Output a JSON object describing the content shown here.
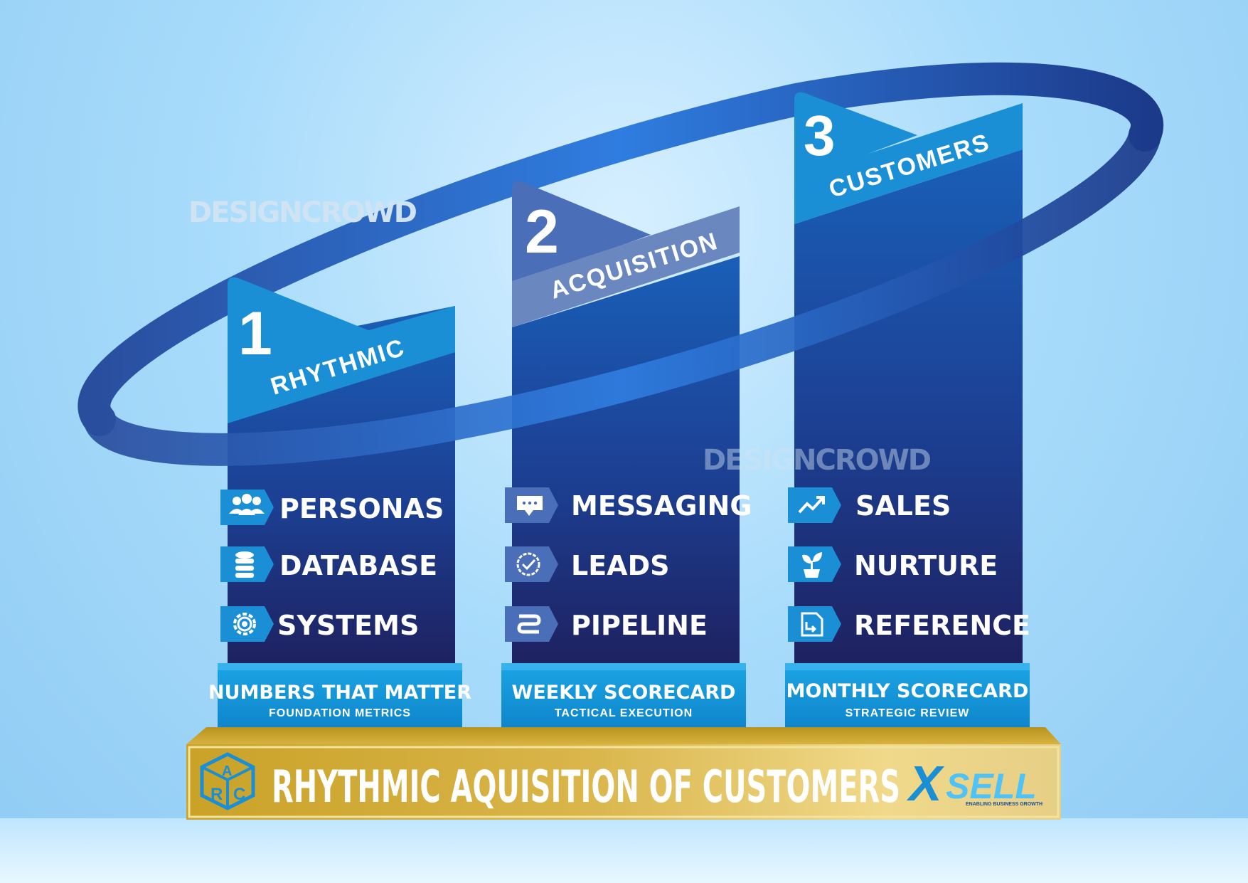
{
  "watermarks": [
    "DESIGNCROWD",
    "DESIGNCROWD"
  ],
  "pillars": [
    {
      "number": "1",
      "title": "RHYTHMIC",
      "items": [
        {
          "label": "PERSONAS",
          "icon": "users-icon"
        },
        {
          "label": "DATABASE",
          "icon": "database-icon"
        },
        {
          "label": "SYSTEMS",
          "icon": "gear-icon"
        }
      ],
      "base_title": "NUMBERS THAT MATTER",
      "base_subtitle": "FOUNDATION METRICS"
    },
    {
      "number": "2",
      "title": "ACQUISITION",
      "items": [
        {
          "label": "MESSAGING",
          "icon": "chat-icon"
        },
        {
          "label": "LEADS",
          "icon": "badge-check-icon"
        },
        {
          "label": "PIPELINE",
          "icon": "pipeline-icon"
        }
      ],
      "base_title": "WEEKLY SCORECARD",
      "base_subtitle": "TACTICAL EXECUTION"
    },
    {
      "number": "3",
      "title": "CUSTOMERS",
      "items": [
        {
          "label": "SALES",
          "icon": "trend-up-icon"
        },
        {
          "label": "NURTURE",
          "icon": "sprout-icon"
        },
        {
          "label": "REFERENCE",
          "icon": "document-icon"
        }
      ],
      "base_title": "MONTHLY SCORECARD",
      "base_subtitle": "STRATEGIC REVIEW"
    }
  ],
  "banner": {
    "title": "RHYTHMIC AQUISITION OF CUSTOMERS",
    "logo_letters": [
      "R",
      "A",
      "C"
    ],
    "brand": "XSELL",
    "brand_x": "X",
    "brand_rest": "SELL",
    "brand_tagline": "ENABLING BUSINESS GROWTH"
  },
  "colors": {
    "pillar_top": "#1a5fb8",
    "pillar_bottom": "#1e2160",
    "tab_light": "#1a8fd6",
    "tab_acq": "#6b87bf",
    "base": "#1496d8",
    "gold": "#c9a227",
    "ring": "#1f66c4"
  }
}
